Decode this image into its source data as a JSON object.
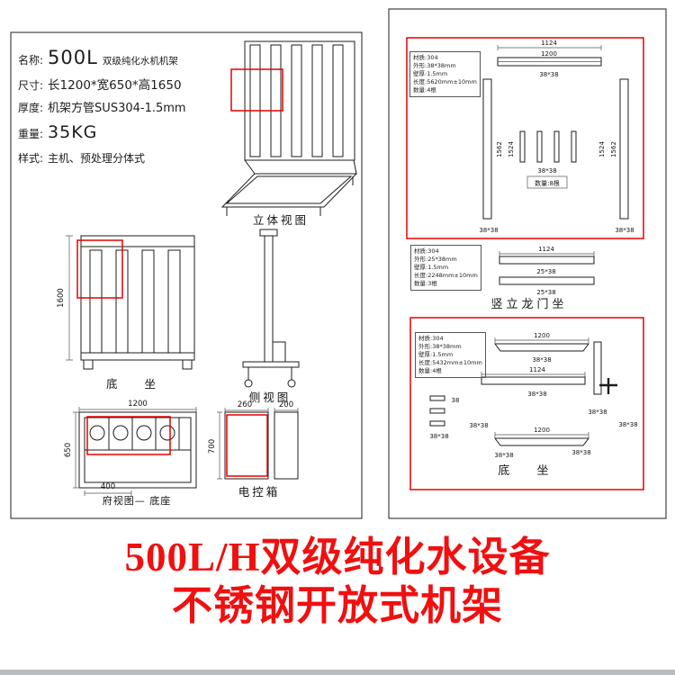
{
  "meta": {
    "accent_red": "#e60000",
    "line_color": "#1d1d1d",
    "headline_color": "#f01010"
  },
  "headline": {
    "line1": "500L/H双级纯化水设备",
    "line2": "不锈钢开放式机架"
  },
  "spec": {
    "r1_label": "名称:",
    "r1_big": "500L",
    "r1_small": "双级纯化水机机架",
    "r2_label": "尺寸:",
    "r2_value": "长1200*宽650*高1650",
    "r3_label": "厚度:",
    "r3_value": "机架方管SUS304-1.5mm",
    "r4_label": "重量:",
    "r4_value": "35KG",
    "r5_label": "样式:",
    "r5_value": "主机、预处理分体式"
  },
  "left": {
    "labels": {
      "iso": "立体视图",
      "front": "底 坐",
      "side": "侧视图",
      "top": "府视图— 底座",
      "ebox": "电控箱"
    },
    "dims": {
      "front_h": "1600",
      "top_w": "1200",
      "top_d": "650",
      "top_inner": "400",
      "ebox_h": "700",
      "ebox_w": "260",
      "ebox_d": "200"
    }
  },
  "right": {
    "posts": {
      "specs": [
        "材质:304",
        "外形:38*38mm",
        "壁厚:1.5mm",
        "长度:5620mm±10mm",
        "数量:4根"
      ],
      "dim_a": "1124",
      "dim_b": "1200",
      "left_dims": [
        "1562",
        "1524"
      ],
      "right_dims": [
        "1524",
        "1562"
      ],
      "sq": "38*38",
      "qty_note": "数量:8根"
    },
    "gantry": {
      "specs": [
        "材质:304",
        "外形:25*38mm",
        "壁厚:1.5mm",
        "长度:2248mm±10mm",
        "数量:3根"
      ],
      "dim": "1124",
      "profile": "25*38",
      "label": "竖立龙门坐"
    },
    "base": {
      "specs": [
        "材质:304",
        "外形:38*38mm",
        "壁厚:1.5mm",
        "长度:5432mm±10mm",
        "数量:4根"
      ],
      "dim_top": "1200",
      "dim_mid": "1124",
      "dim_bottom": "1200",
      "sq": "38*38",
      "small": "38",
      "label": "底 坐"
    }
  }
}
